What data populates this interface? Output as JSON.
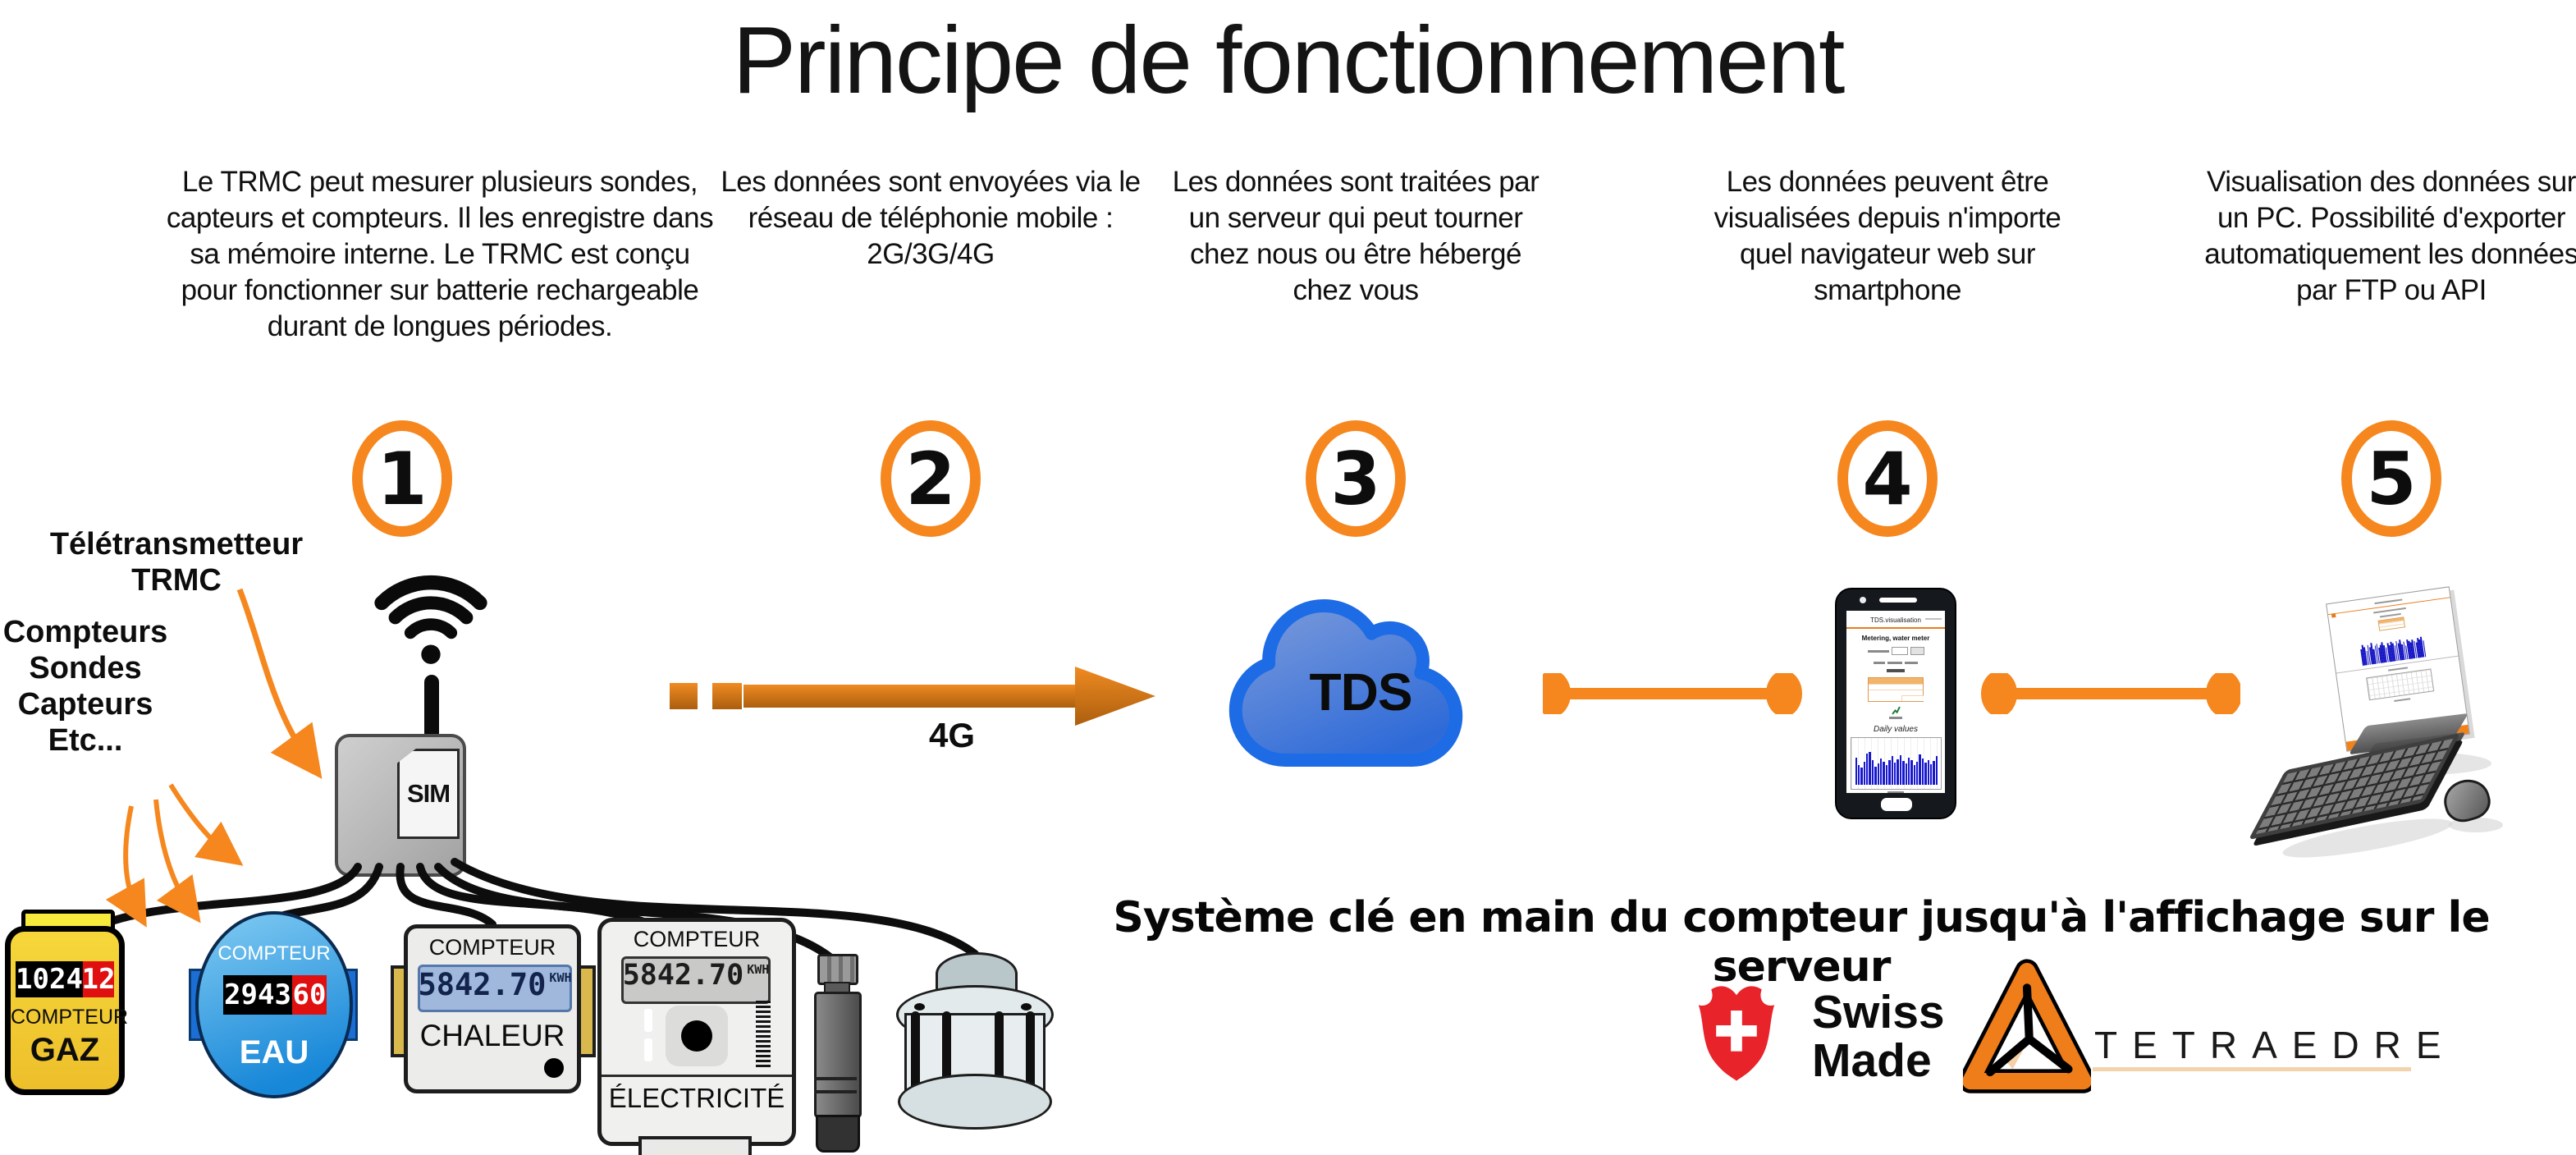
{
  "title": "Principe de fonctionnement",
  "steps": [
    {
      "num": "1",
      "text": "Le TRMC peut mesurer plusieurs sondes, capteurs et compteurs. Il les enregistre dans sa mémoire interne. Le TRMC est conçu pour fonctionner sur batterie rechargeable durant de longues périodes."
    },
    {
      "num": "2",
      "text": "Les données sont envoyées via le réseau de téléphonie mobile : 2G/3G/4G"
    },
    {
      "num": "3",
      "text": "Les données sont traitées par un serveur qui peut tourner chez nous ou être hébergé chez vous"
    },
    {
      "num": "4",
      "text": "Les données peuvent être visualisées depuis n'importe quel navigateur web sur smartphone"
    },
    {
      "num": "5",
      "text": "Visualisation des données sur un PC. Possibilité d'exporter automatiquement les données par FTP ou API"
    }
  ],
  "trmc": {
    "label_line1": "Télétransmetteur",
    "label_line2": "TRMC",
    "inputs_lines": [
      "Compteurs",
      "Sondes",
      "Capteurs",
      "Etc..."
    ],
    "sim": "SIM"
  },
  "network": {
    "label": "4G"
  },
  "cloud": {
    "label": "TDS"
  },
  "meters": {
    "gaz": {
      "digits_black": "1024",
      "digits_red": "12",
      "line1": "COMPTEUR",
      "line2": "GAZ"
    },
    "eau": {
      "title": "COMPTEUR",
      "digits_black": "2943",
      "digits_red": "60",
      "label": "EAU"
    },
    "chaleur": {
      "title": "COMPTEUR",
      "lcd": "5842.70",
      "unit": "KWH",
      "label": "CHALEUR"
    },
    "electricite": {
      "title": "COMPTEUR",
      "lcd": "5842.70",
      "unit": "KWH",
      "label": "ÉLECTRICITÉ"
    }
  },
  "phone": {
    "header": "TDS.visualisation",
    "heading": "Metering, water meter",
    "section_title": "Daily values",
    "chart_bars": [
      62,
      45,
      38,
      52,
      70,
      75,
      55,
      40,
      48,
      60,
      52,
      44,
      56,
      64,
      50,
      58,
      66,
      54,
      48,
      62,
      56,
      44,
      52,
      68,
      60,
      50,
      56,
      46,
      54,
      64
    ]
  },
  "pc": {
    "chart_bars": [
      55,
      70,
      62,
      48,
      66,
      58,
      72,
      50,
      60,
      68,
      54,
      62,
      70,
      58,
      50,
      64,
      56,
      68,
      60,
      52,
      66,
      58,
      70,
      54,
      62,
      48,
      68,
      60,
      56,
      64,
      58,
      52,
      66,
      62,
      70,
      56
    ]
  },
  "tagline": "Système clé en main du compteur jusqu'à l'affichage sur le serveur",
  "logos": {
    "swiss_line1": "Swiss",
    "swiss_line2": "Made",
    "tetraedre": "TETRAEDRE"
  },
  "colors": {
    "accent_orange": "#F5871E",
    "arrow_dark_orange": "#AC5E0E",
    "cloud_border_blue": "#1D6BE5",
    "cloud_fill_blue": "#3E77D6",
    "swiss_red": "#E8232A",
    "chart_blue": "#1717CF",
    "gas_yellow": "#F0C52F",
    "water_blue": "#1787D8"
  }
}
